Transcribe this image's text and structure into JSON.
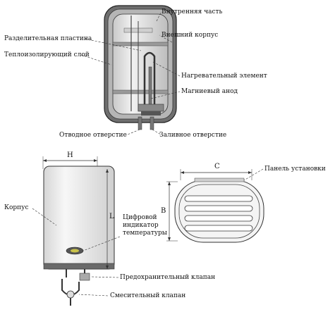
{
  "top_diagram": {
    "labels": {
      "inner_part": "Внутренняя часть",
      "outer_case": "Внешний корпус",
      "separator_plate": "Разделительная пластина",
      "insulation_layer": "Теплоизолирующий слой",
      "heating_element": "Нагревательный элемент",
      "magnesium_anode": "Магниевый анод",
      "outlet_hole": "Отводное отверстие",
      "inlet_hole": "Заливное отверстие"
    }
  },
  "bottom_left": {
    "dims": {
      "width": "H",
      "height": "L"
    },
    "labels": {
      "body": "Корпус",
      "thermo_indicator_1": "Цифровой",
      "thermo_indicator_2": "индикатор",
      "thermo_indicator_3": "температуры",
      "safety_valve": "Предохранительный клапан",
      "mixer_valve": "Смесительный клапан"
    }
  },
  "bottom_right": {
    "dims": {
      "width": "C",
      "height": "B"
    },
    "labels": {
      "mount_panel": "Панель установки"
    }
  }
}
